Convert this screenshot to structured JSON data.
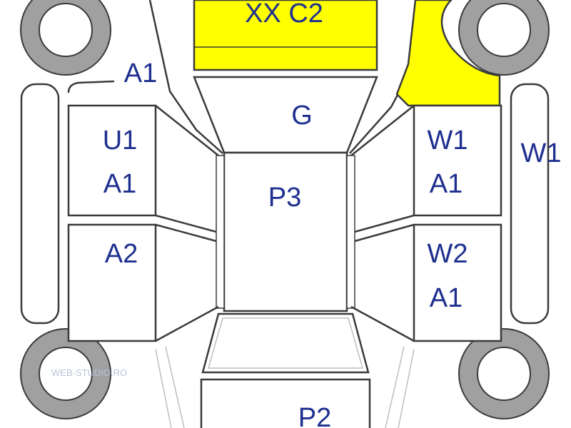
{
  "colors": {
    "highlight": "#ffff00",
    "label": "#1e2f8f",
    "outline": "#3a3a3a",
    "tire": "#a0a0a0",
    "watermark": "#b9c2d8"
  },
  "icons": {
    "tire": "tire-icon"
  },
  "labels": {
    "roof_front": "XX C2",
    "hood_left": "A1",
    "windshield": "G",
    "roof": "P3",
    "door_fl_top": "U1",
    "door_fl_bottom": "A1",
    "door_rl": "A2",
    "door_fr_top": "W1",
    "door_fr_bottom": "A1",
    "side_right": "W1",
    "door_rr_top": "W2",
    "door_rr_bottom": "A1",
    "trunk": "P2"
  },
  "watermark": "WEB-STUDIO.RO"
}
